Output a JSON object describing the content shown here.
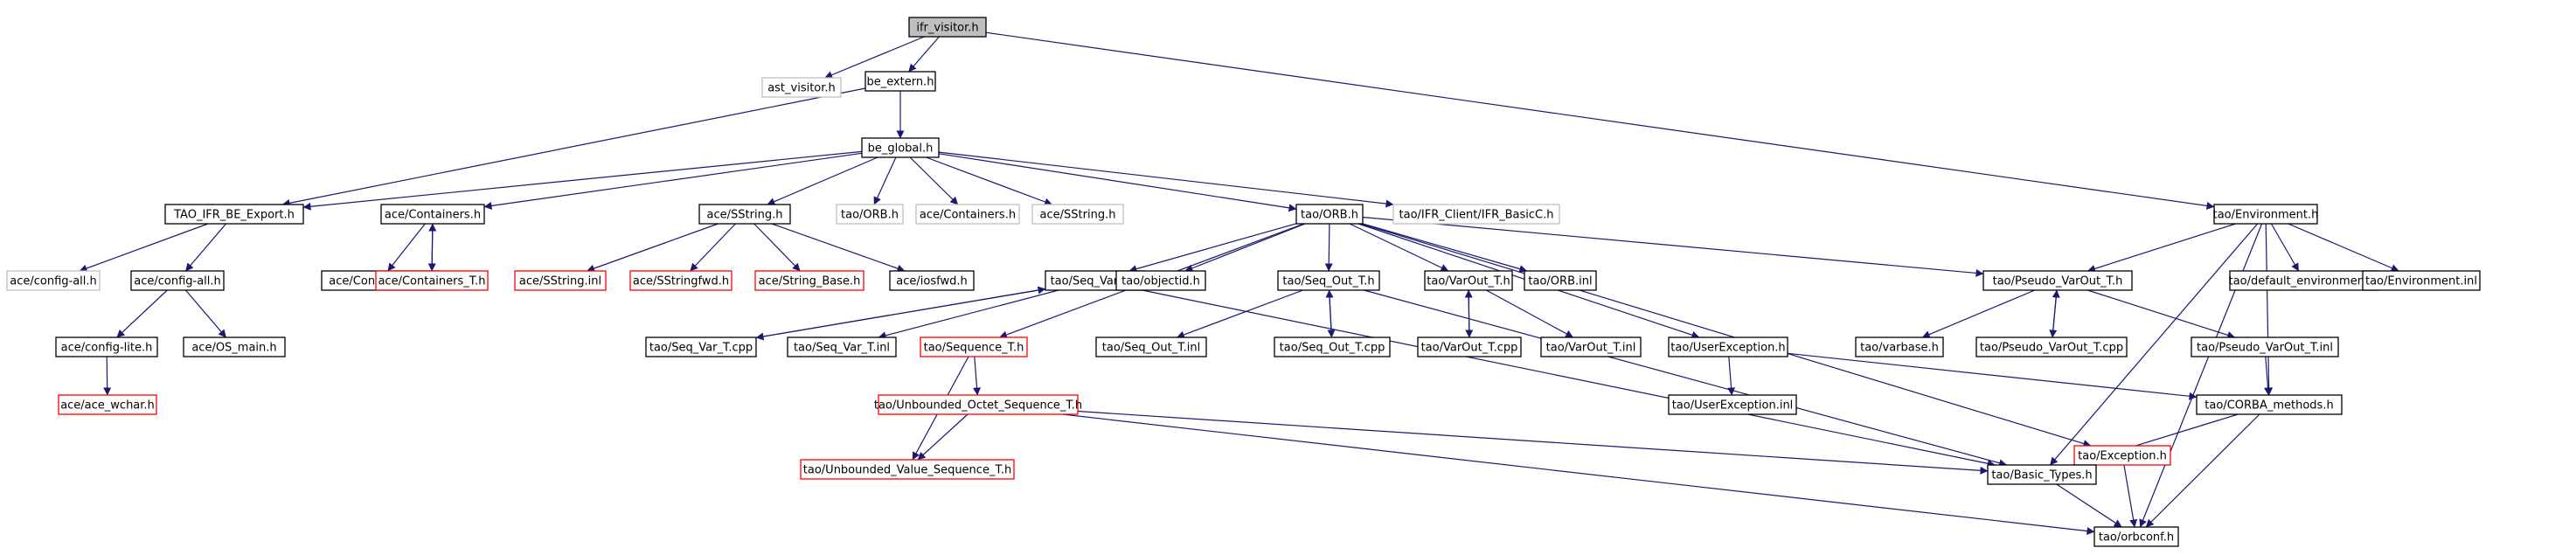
{
  "diagram": {
    "type": "include-dependency-graph",
    "colors": {
      "box_border": "#000000",
      "box_border_missing": "#bfbfbf",
      "box_border_truncated": "#ff0000",
      "root_fill": "#bfbfbf",
      "edge": "#191970",
      "label": "#000000"
    },
    "nodes": [
      {
        "id": "root",
        "label": "ifr_visitor.h",
        "style": "root"
      },
      {
        "id": "ast_visitor",
        "label": "ast_visitor.h",
        "style": "missing"
      },
      {
        "id": "be_extern",
        "label": "be_extern.h",
        "style": "normal"
      },
      {
        "id": "be_global",
        "label": "be_global.h",
        "style": "normal"
      },
      {
        "id": "tao_env",
        "label": "tao/Environment.h",
        "style": "normal"
      },
      {
        "id": "ifr_export",
        "label": "TAO_IFR_BE_Export.h",
        "style": "normal"
      },
      {
        "id": "ace_containers",
        "label": "ace/Containers.h",
        "style": "normal"
      },
      {
        "id": "ace_sstring",
        "label": "ace/SString.h",
        "style": "normal"
      },
      {
        "id": "orb_h_missing",
        "label": "tao/ORB.h",
        "style": "missing"
      },
      {
        "id": "ace_containers_missing",
        "label": "ace/Containers.h",
        "style": "missing"
      },
      {
        "id": "ace_sstring_missing",
        "label": "ace/SString.h",
        "style": "missing"
      },
      {
        "id": "tao_orb",
        "label": "tao/ORB.h",
        "style": "normal"
      },
      {
        "id": "ifr_client",
        "label": "tao/IFR_Client/IFR_BasicC.h",
        "style": "missing"
      },
      {
        "id": "config_all_missing",
        "label": "ace/config-all.h",
        "style": "missing"
      },
      {
        "id": "config_all",
        "label": "ace/config-all.h",
        "style": "normal"
      },
      {
        "id": "containers_inl",
        "label": "ace/Containers.inl",
        "style": "normal"
      },
      {
        "id": "containers_t",
        "label": "ace/Containers_T.h",
        "style": "truncated"
      },
      {
        "id": "sstring_inl",
        "label": "ace/SString.inl",
        "style": "truncated"
      },
      {
        "id": "sstringfwd",
        "label": "ace/SStringfwd.h",
        "style": "truncated"
      },
      {
        "id": "string_base",
        "label": "ace/String_Base.h",
        "style": "truncated"
      },
      {
        "id": "iosfwd",
        "label": "ace/iosfwd.h",
        "style": "normal"
      },
      {
        "id": "seq_var_t",
        "label": "tao/Seq_Var_T.h",
        "style": "normal"
      },
      {
        "id": "objectid",
        "label": "tao/objectid.h",
        "style": "normal"
      },
      {
        "id": "seq_out_t",
        "label": "tao/Seq_Out_T.h",
        "style": "normal"
      },
      {
        "id": "varout_t",
        "label": "tao/VarOut_T.h",
        "style": "normal"
      },
      {
        "id": "orb_inl",
        "label": "tao/ORB.inl",
        "style": "normal"
      },
      {
        "id": "pseudo_varout",
        "label": "tao/Pseudo_VarOut_T.h",
        "style": "normal"
      },
      {
        "id": "default_env",
        "label": "tao/default_environment.h",
        "style": "normal"
      },
      {
        "id": "env_inl",
        "label": "tao/Environment.inl",
        "style": "normal"
      },
      {
        "id": "config_lite",
        "label": "ace/config-lite.h",
        "style": "normal"
      },
      {
        "id": "os_main",
        "label": "ace/OS_main.h",
        "style": "normal"
      },
      {
        "id": "seq_var_cpp",
        "label": "tao/Seq_Var_T.cpp",
        "style": "normal"
      },
      {
        "id": "seq_var_inl",
        "label": "tao/Seq_Var_T.inl",
        "style": "normal"
      },
      {
        "id": "sequence_t",
        "label": "tao/Sequence_T.h",
        "style": "truncated"
      },
      {
        "id": "seq_out_inl",
        "label": "tao/Seq_Out_T.inl",
        "style": "normal"
      },
      {
        "id": "seq_out_cpp",
        "label": "tao/Seq_Out_T.cpp",
        "style": "normal"
      },
      {
        "id": "varout_cpp",
        "label": "tao/VarOut_T.cpp",
        "style": "normal"
      },
      {
        "id": "varout_inl",
        "label": "tao/VarOut_T.inl",
        "style": "normal"
      },
      {
        "id": "user_exc",
        "label": "tao/UserException.h",
        "style": "normal"
      },
      {
        "id": "varbase",
        "label": "tao/varbase.h",
        "style": "normal"
      },
      {
        "id": "pseudo_cpp",
        "label": "tao/Pseudo_VarOut_T.cpp",
        "style": "normal"
      },
      {
        "id": "pseudo_inl",
        "label": "tao/Pseudo_VarOut_T.inl",
        "style": "normal"
      },
      {
        "id": "ace_wchar",
        "label": "ace/ace_wchar.h",
        "style": "truncated"
      },
      {
        "id": "unbounded_octet",
        "label": "tao/Unbounded_Octet_Sequence_T.h",
        "style": "truncated"
      },
      {
        "id": "user_exc_inl",
        "label": "tao/UserException.inl",
        "style": "normal"
      },
      {
        "id": "exception",
        "label": "tao/Exception.h",
        "style": "truncated"
      },
      {
        "id": "corba_methods",
        "label": "tao/CORBA_methods.h",
        "style": "normal"
      },
      {
        "id": "unbounded_value",
        "label": "tao/Unbounded_Value_Sequence_T.h",
        "style": "truncated"
      },
      {
        "id": "basic_types",
        "label": "tao/Basic_Types.h",
        "style": "normal"
      },
      {
        "id": "orbconf",
        "label": "tao/orbconf.h",
        "style": "normal"
      }
    ],
    "edges": [
      [
        "root",
        "ast_visitor"
      ],
      [
        "root",
        "be_extern"
      ],
      [
        "root",
        "tao_env"
      ],
      [
        "be_extern",
        "be_global"
      ],
      [
        "be_extern",
        "ifr_export"
      ],
      [
        "be_global",
        "ifr_export"
      ],
      [
        "be_global",
        "ace_containers"
      ],
      [
        "be_global",
        "ace_sstring"
      ],
      [
        "be_global",
        "orb_h_missing"
      ],
      [
        "be_global",
        "ace_containers_missing"
      ],
      [
        "be_global",
        "ace_sstring_missing"
      ],
      [
        "be_global",
        "tao_orb"
      ],
      [
        "be_global",
        "ifr_client"
      ],
      [
        "ifr_export",
        "config_all_missing"
      ],
      [
        "ifr_export",
        "config_all"
      ],
      [
        "ace_containers",
        "containers_inl"
      ],
      [
        "ace_containers",
        "containers_t"
      ],
      [
        "containers_t",
        "ace_containers"
      ],
      [
        "ace_sstring",
        "sstring_inl"
      ],
      [
        "ace_sstring",
        "sstringfwd"
      ],
      [
        "ace_sstring",
        "string_base"
      ],
      [
        "ace_sstring",
        "iosfwd"
      ],
      [
        "tao_orb",
        "seq_var_t"
      ],
      [
        "tao_orb",
        "objectid"
      ],
      [
        "tao_orb",
        "seq_out_t"
      ],
      [
        "tao_orb",
        "varout_t"
      ],
      [
        "tao_orb",
        "orb_inl"
      ],
      [
        "tao_orb",
        "pseudo_varout"
      ],
      [
        "tao_orb",
        "user_exc"
      ],
      [
        "tao_orb",
        "sequence_t"
      ],
      [
        "tao_orb",
        "exception"
      ],
      [
        "tao_env",
        "pseudo_varout"
      ],
      [
        "tao_env",
        "default_env"
      ],
      [
        "tao_env",
        "env_inl"
      ],
      [
        "tao_env",
        "corba_methods"
      ],
      [
        "tao_env",
        "basic_types"
      ],
      [
        "tao_env",
        "orbconf"
      ],
      [
        "config_all",
        "config_lite"
      ],
      [
        "config_all",
        "os_main"
      ],
      [
        "config_lite",
        "ace_wchar"
      ],
      [
        "seq_var_t",
        "seq_var_cpp"
      ],
      [
        "seq_var_t",
        "seq_var_inl"
      ],
      [
        "seq_var_cpp",
        "seq_var_t"
      ],
      [
        "seq_var_t",
        "basic_types"
      ],
      [
        "seq_out_t",
        "seq_out_inl"
      ],
      [
        "seq_out_t",
        "seq_out_cpp"
      ],
      [
        "seq_out_cpp",
        "seq_out_t"
      ],
      [
        "seq_out_t",
        "basic_types"
      ],
      [
        "varout_t",
        "varout_cpp"
      ],
      [
        "varout_t",
        "varout_inl"
      ],
      [
        "varout_cpp",
        "varout_t"
      ],
      [
        "pseudo_varout",
        "varbase"
      ],
      [
        "pseudo_varout",
        "pseudo_cpp"
      ],
      [
        "pseudo_cpp",
        "pseudo_varout"
      ],
      [
        "pseudo_varout",
        "pseudo_inl"
      ],
      [
        "pseudo_inl",
        "corba_methods"
      ],
      [
        "sequence_t",
        "unbounded_octet"
      ],
      [
        "sequence_t",
        "unbounded_value"
      ],
      [
        "unbounded_octet",
        "unbounded_value"
      ],
      [
        "unbounded_octet",
        "basic_types"
      ],
      [
        "unbounded_octet",
        "orbconf"
      ],
      [
        "user_exc",
        "user_exc_inl"
      ],
      [
        "user_exc",
        "corba_methods"
      ],
      [
        "exception",
        "basic_types"
      ],
      [
        "exception",
        "orbconf"
      ],
      [
        "corba_methods",
        "basic_types"
      ],
      [
        "corba_methods",
        "orbconf"
      ],
      [
        "basic_types",
        "orbconf"
      ]
    ]
  }
}
